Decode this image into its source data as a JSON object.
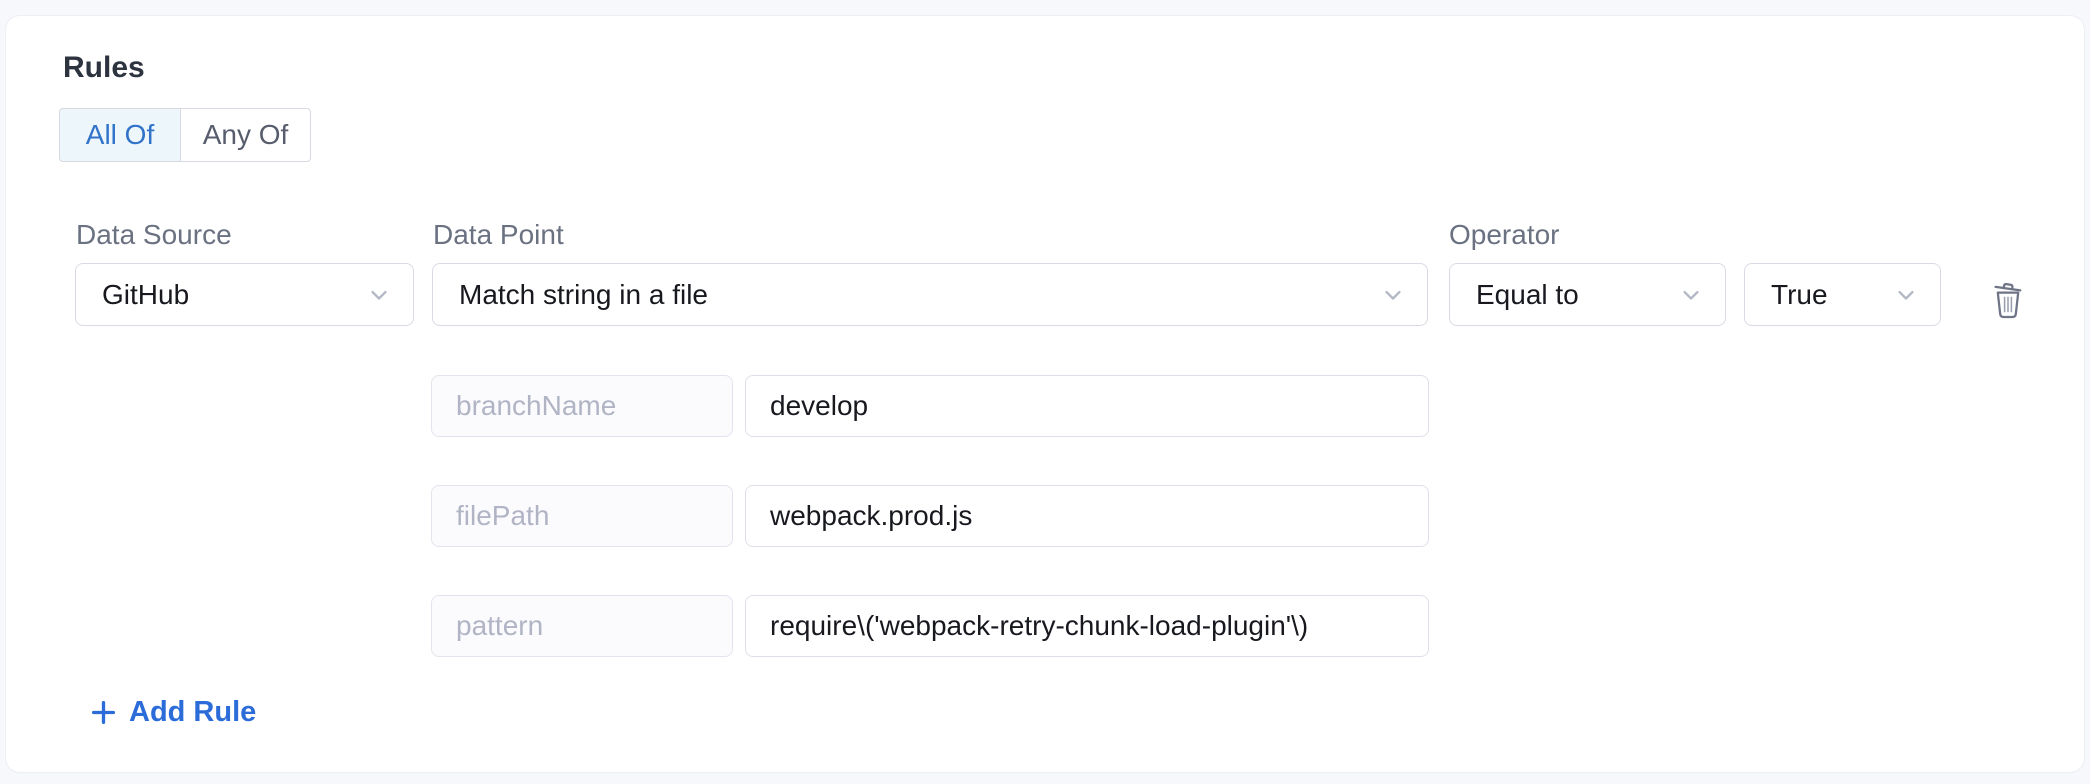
{
  "colors": {
    "accent_blue": "#2b6cd9",
    "selected_toggle_bg": "#edf6fb",
    "selected_toggle_text": "#3173c9",
    "page_background": "#f6f8fb",
    "label_gray": "#6a7181"
  },
  "rules_section": {
    "title": "Rules",
    "match_mode": {
      "selected": "All Of",
      "options": [
        {
          "label": "All Of",
          "selected": true
        },
        {
          "label": "Any Of",
          "selected": false
        }
      ]
    },
    "rule": {
      "data_source": {
        "label": "Data Source",
        "value": "GitHub"
      },
      "data_point": {
        "label": "Data Point",
        "value": "Match string in a file"
      },
      "operator": {
        "label": "Operator",
        "value": "Equal to"
      },
      "expected_value": "True",
      "delete_icon": "trash-icon",
      "params": [
        {
          "key": "branchName",
          "value": "develop"
        },
        {
          "key": "filePath",
          "value": "webpack.prod.js"
        },
        {
          "key": "pattern",
          "value": "require\\('webpack-retry-chunk-load-plugin'\\)"
        }
      ]
    },
    "add_rule": {
      "label": "Add Rule",
      "icon": "plus-icon"
    }
  }
}
